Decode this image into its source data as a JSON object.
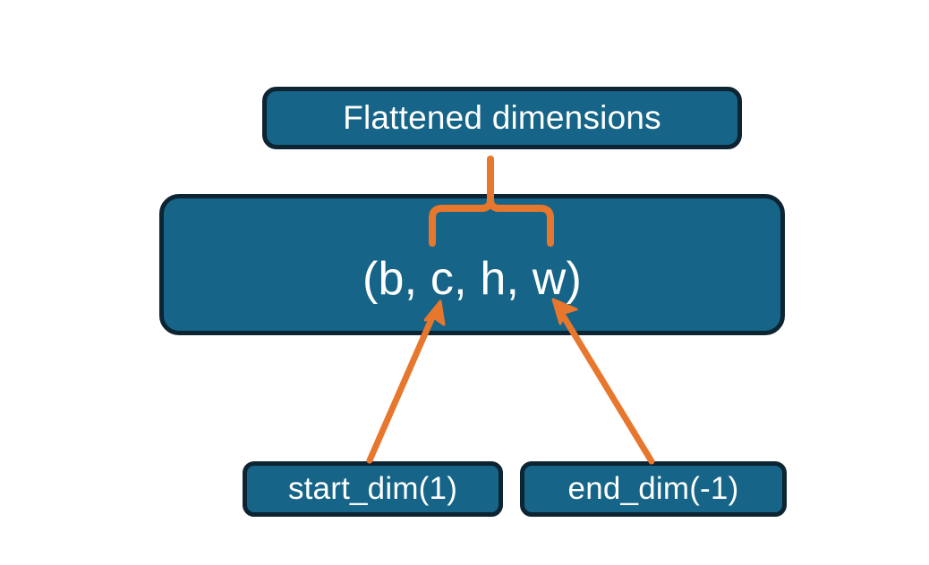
{
  "diagram": {
    "title_text": "Flattened dimensions",
    "shape_text": "(b, c, h, w)",
    "start_dim_text": "start_dim(1)",
    "end_dim_text": "end_dim(-1)",
    "colors": {
      "box_fill": "#166487",
      "box_border": "#0d2433",
      "connector": "#E8772E",
      "text": "#ffffff",
      "background": "#ffffff"
    },
    "nodes": [
      {
        "name": "flattened-dimensions",
        "label": "Flattened dimensions"
      },
      {
        "name": "tensor-shape",
        "label": "(b, c, h, w)"
      },
      {
        "name": "start-dim",
        "label": "start_dim(1)"
      },
      {
        "name": "end-dim",
        "label": "end_dim(-1)"
      }
    ],
    "connectors": [
      {
        "name": "brace-to-flattened",
        "type": "curly-brace",
        "from": "tensor-shape",
        "to": "flattened-dimensions",
        "spans": [
          "c",
          "h",
          "w"
        ]
      },
      {
        "name": "arrow-start-dim",
        "type": "arrow",
        "from": "start-dim",
        "to": "tensor-shape-c"
      },
      {
        "name": "arrow-end-dim",
        "type": "arrow",
        "from": "end-dim",
        "to": "tensor-shape-w"
      }
    ]
  }
}
